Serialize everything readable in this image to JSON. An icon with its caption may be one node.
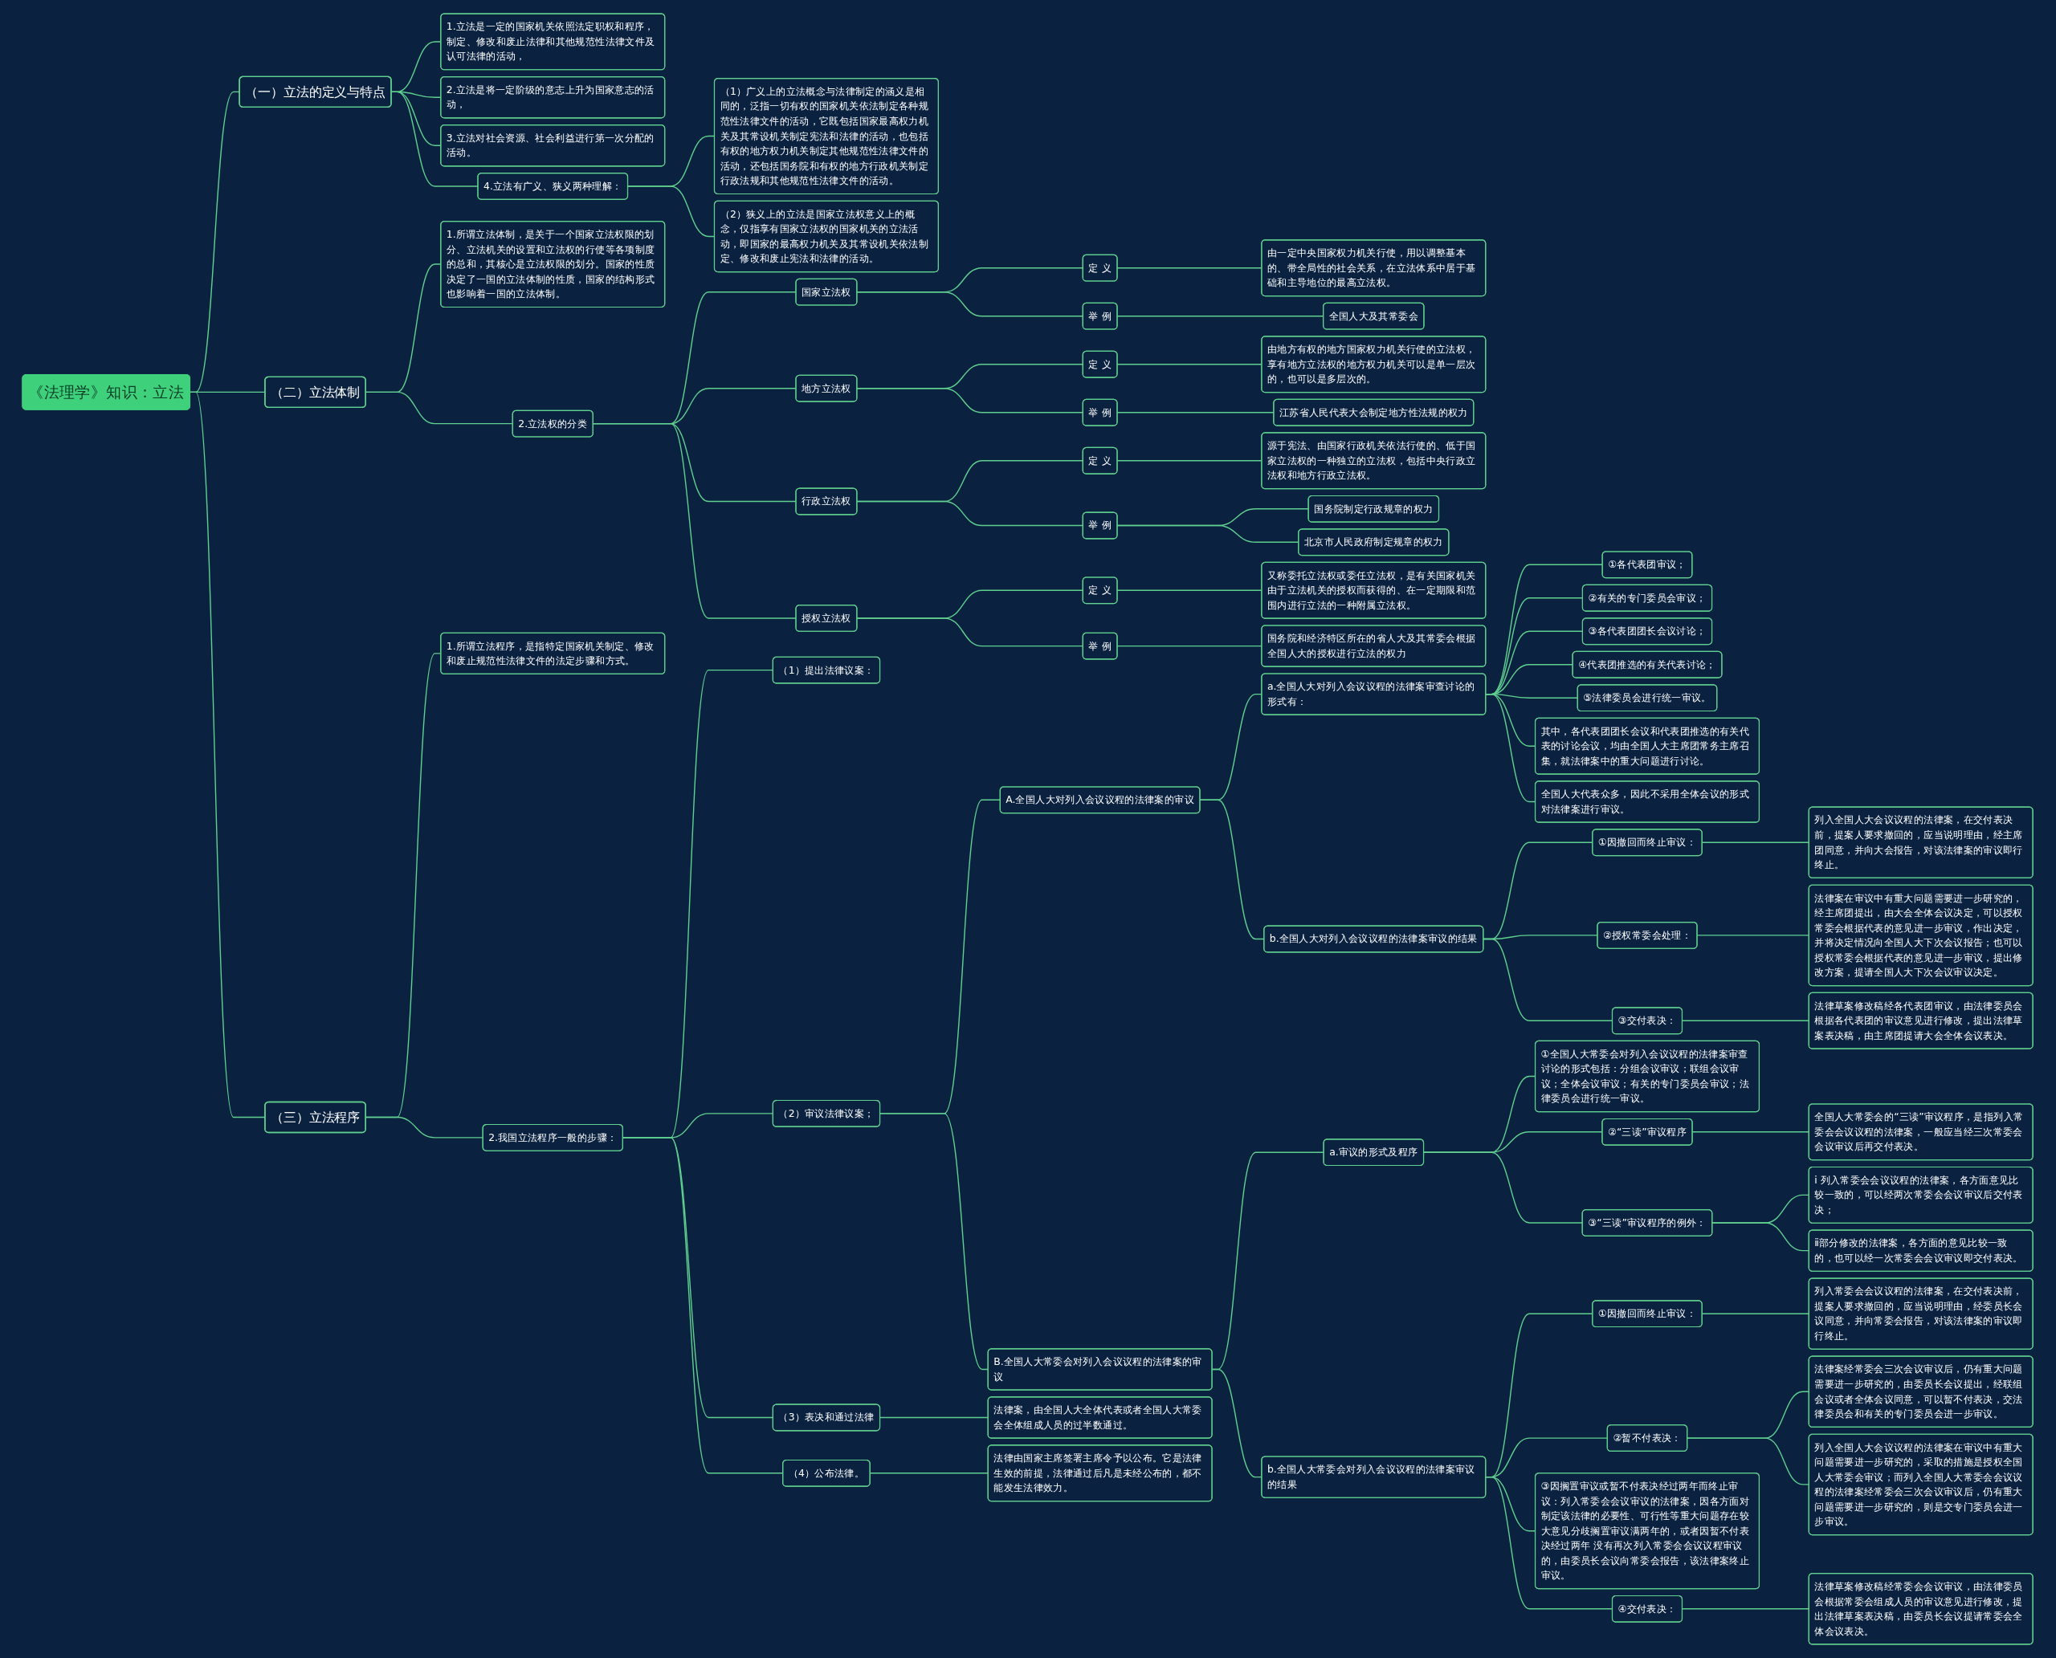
{
  "diagram": {
    "nodes": [
      {
        "text": [
          "《法理学》知识：立法"
        ]
      },
      {
        "text": [
          "（一）立法的定义与特点"
        ]
      },
      {
        "text": [
          "1.立法是一定的国家机关依照法定职权和程序，制定、修改和废止法律和其他规范性法律文件及认可法律的活动，"
        ]
      },
      {
        "text": [
          "2.立法是将一定阶级的意志上升为国家意志的活动，"
        ]
      },
      {
        "text": [
          "3.立法对社会资源、社会利益进行第一次分配的活动。"
        ]
      },
      {
        "text": [
          "4.立法有广义、狭义两种理解："
        ]
      },
      {
        "text": [
          "（1）广义上的立法概念与法律制定的涵义是相同的，泛指一切有权的国家机关依法制定各种规范性法律文件的活动，它既包括国家最高权力机关及其常设机关制定宪法和法律的活动，也包括有权的地方权力机关制定其他规范性法律文件的活动，还包括国务院和有权的地方行政机关制定行政法规和其他规范性法律文件的活动。"
        ]
      },
      {
        "text": [
          "（2）狭义上的立法是国家立法权意义上的概念，仅指享有国家立法权的国家机关的立法活动，即国家的最高权力机关及其常设机关依法制定、修改和废止宪法和法律的活动。"
        ]
      },
      {
        "text": [
          "（二）立法体制"
        ]
      },
      {
        "text": [
          "1.所谓立法体制，是关于一个国家立法权限的划分、立法机关的设置和立法权的行使等各项制度的总和，其核心是立法权限的划分。国家的性质决定了一国的立法体制的性质，国家的结构形式也影响着一国的立法体制。"
        ]
      },
      {
        "text": [
          "2.立法权的分类"
        ]
      },
      {
        "text": [
          "国家立法权"
        ]
      },
      {
        "text": [
          "定 义"
        ]
      },
      {
        "text": [
          "由一定中央国家权力机关行使，用以调整基本的、带全局性的社会关系，在立法体系中居于基础和主导地位的最高立法权。"
        ]
      },
      {
        "text": [
          "举 例"
        ]
      },
      {
        "text": [
          "全国人大及其常委会"
        ]
      },
      {
        "text": [
          "地方立法权"
        ]
      },
      {
        "text": [
          "定 义"
        ]
      },
      {
        "text": [
          "由地方有权的地方国家权力机关行使的立法权，享有地方立法权的地方权力机关可以是单一层次的，也可以是多层次的。"
        ]
      },
      {
        "text": [
          "举 例"
        ]
      },
      {
        "text": [
          "江苏省人民代表大会制定地方性法规的权力"
        ]
      },
      {
        "text": [
          "行政立法权"
        ]
      },
      {
        "text": [
          "定 义"
        ]
      },
      {
        "text": [
          "源于宪法、由国家行政机关依法行使的、低于国家立法权的一种独立的立法权，包括中央行政立法权和地方行政立法权。"
        ]
      },
      {
        "text": [
          "举 例"
        ]
      },
      {
        "text": [
          "国务院制定行政规章的权力"
        ]
      },
      {
        "text": [
          "北京市人民政府制定规章的权力"
        ]
      },
      {
        "text": [
          "授权立法权"
        ]
      },
      {
        "text": [
          "定 义"
        ]
      },
      {
        "text": [
          "又称委托立法权或委任立法权，是有关国家机关由于立法机关的授权而获得的、在一定期限和范围内进行立法的一种附属立法权。"
        ]
      },
      {
        "text": [
          "举 例"
        ]
      },
      {
        "text": [
          "国务院和经济特区所在的省人大及其常委会根据全国人大的授权进行立法的权力"
        ]
      },
      {
        "text": [
          "（三）立法程序"
        ]
      },
      {
        "text": [
          "1.所谓立法程序，是指特定国家机关制定、修改和废止规范性法律文件的法定步骤和方式。"
        ]
      },
      {
        "text": [
          "2.我国立法程序一般的步骤："
        ]
      },
      {
        "text": [
          "（1）提出法律议案："
        ]
      },
      {
        "text": [
          "（2）审议法律议案；"
        ]
      },
      {
        "text": [
          "A.全国人大对列入会议议程的法律案的审议"
        ]
      },
      {
        "text": [
          "a.全国人大对列入会议议程的法律案审查讨论的形式有："
        ]
      },
      {
        "text": [
          "①各代表团审议；"
        ]
      },
      {
        "text": [
          "②有关的专门委员会审议；"
        ]
      },
      {
        "text": [
          "③各代表团团长会议讨论；"
        ]
      },
      {
        "text": [
          "④代表团推选的有关代表讨论；"
        ]
      },
      {
        "text": [
          "⑤法律委员会进行统一审议。"
        ]
      },
      {
        "text": [
          "其中，各代表团团长会议和代表团推选的有关代表的讨论会议，均由全国人大主席团常务主席召集，就法律案中的重大问题进行讨论。"
        ]
      },
      {
        "text": [
          "全国人大代表众多，因此不采用全体会议的形式对法律案进行审议。"
        ]
      },
      {
        "text": [
          "b.全国人大对列入会议议程的法律案审议的结果"
        ]
      },
      {
        "text": [
          "①因撤回而终止审议："
        ]
      },
      {
        "text": [
          "列入全国人大会议议程的法律案，在交付表决前，提案人要求撤回的，应当说明理由，经主席团同意，并向大会报告，对该法律案的审议即行终止。"
        ]
      },
      {
        "text": [
          "②授权常委会处理："
        ]
      },
      {
        "text": [
          "法律案在审议中有重大问题需要进一步研究的，经主席团提出，由大会全体会议决定，可以授权常委会根据代表的意见进一步审议，作出决定，并将决定情况向全国人大下次会议报告；也可以授权常委会根据代表的意见进一步审议，提出修改方案，提请全国人大下次会议审议决定。"
        ]
      },
      {
        "text": [
          "③交付表决："
        ]
      },
      {
        "text": [
          "法律草案修改稿经各代表团审议，由法律委员会根据各代表团的审议意见进行修改，提出法律草案表决稿，由主席团提请大会全体会议表决。"
        ]
      },
      {
        "text": [
          "B.全国人大常委会对列入会议议程的法律案的审议"
        ]
      },
      {
        "text": [
          "a.审议的形式及程序"
        ]
      },
      {
        "text": [
          "①全国人大常委会对列入会议议程的法律案审查讨论的形式包括：分组会议审议；联组会议审议；全体会议审议；有关的专门委员会审议；法律委员会进行统一审议。"
        ]
      },
      {
        "text": [
          "②“三读”审议程序"
        ]
      },
      {
        "text": [
          "全国人大常委会的“三读”审议程序，是指列入常委会会议议程的法律案，一般应当经三次常委会会议审议后再交付表决。"
        ]
      },
      {
        "text": [
          "③“三读”审议程序的例外："
        ]
      },
      {
        "text": [
          "ⅰ 列入常委会会议议程的法律案，各方面意见比较一致的，可以经两次常委会会议审议后交付表决；"
        ]
      },
      {
        "text": [
          "ⅱ部分修改的法律案，各方面的意见比较一致的，也可以经一次常委会会议审议即交付表决。"
        ]
      },
      {
        "text": [
          "b.全国人大常委会对列入会议议程的法律案审议的结果"
        ]
      },
      {
        "text": [
          "①因撤回而终止审议："
        ]
      },
      {
        "text": [
          "列入常委会会议议程的法律案，在交付表决前，提案人要求撤回的，应当说明理由，经委员长会议同意，并向常委会报告，对该法律案的审议即行终止。"
        ]
      },
      {
        "text": [
          "②暂不付表决："
        ]
      },
      {
        "text": [
          "法律案经常委会三次会议审议后，仍有重大问题需要进一步研究的，由委员长会议提出，经联组会议或者全体会议同意，可以暂不付表决，交法律委员会和有关的专门委员会进一步审议。"
        ]
      },
      {
        "text": [
          "列入全国人大会议议程的法律案在审议中有重大问题需要进一步研究的，采取的措施是授权全国人大常委会审议；而列入全国人大常委会会议议程的法律案经常委会三次会议审议后，仍有重大问题需要进一步研究的，则是交专门委员会进一步审议。"
        ]
      },
      {
        "text": [
          "③因搁置审议或暂不付表决经过两年而终止审议：列入常委会会议审议的法律案，因各方面对制定该法律的必要性、可行性等重大问题存在较大意见分歧搁置审议满两年的，或者因暂不付表决经过两年 没有再次列入常委会会议议程审议的，由委员长会议向常委会报告，该法律案终止审议。"
        ]
      },
      {
        "text": [
          "④交付表决："
        ]
      },
      {
        "text": [
          "法律草案修改稿经常委会会议审议，由法律委员会根据常委会组成人员的审议意见进行修改，提出法律草案表决稿，由委员长会议提请常委会全体会议表决。"
        ]
      },
      {
        "text": [
          "（3）表决和通过法律"
        ]
      },
      {
        "text": [
          "法律案，由全国人大全体代表或者全国人大常委会全体组成人员的过半数通过。"
        ]
      },
      {
        "text": [
          "（4）公布法律。"
        ]
      },
      {
        "text": [
          "法律由国家主席签署主席令予以公布。它是法律生效的前提，法律通过后凡是未经公布的，都不能发生法律效力。"
        ]
      }
    ],
    "edges": [
      {
        "from": 0,
        "to": 1,
        "arrow": "none"
      },
      {
        "from": 1,
        "to": 2,
        "arrow": "none"
      },
      {
        "from": 1,
        "to": 3,
        "arrow": "none"
      },
      {
        "from": 1,
        "to": 4,
        "arrow": "none"
      },
      {
        "from": 1,
        "to": 5,
        "arrow": "none"
      },
      {
        "from": 5,
        "to": 6,
        "arrow": "none"
      },
      {
        "from": 5,
        "to": 7,
        "arrow": "none"
      },
      {
        "from": 0,
        "to": 8,
        "arrow": "none"
      },
      {
        "from": 8,
        "to": 9,
        "arrow": "none"
      },
      {
        "from": 8,
        "to": 10,
        "arrow": "none"
      },
      {
        "from": 10,
        "to": 11,
        "arrow": "none"
      },
      {
        "from": 11,
        "to": 12,
        "arrow": "none"
      },
      {
        "from": 12,
        "to": 13,
        "arrow": "none"
      },
      {
        "from": 11,
        "to": 14,
        "arrow": "none"
      },
      {
        "from": 14,
        "to": 15,
        "arrow": "none"
      },
      {
        "from": 10,
        "to": 16,
        "arrow": "none"
      },
      {
        "from": 16,
        "to": 17,
        "arrow": "none"
      },
      {
        "from": 17,
        "to": 18,
        "arrow": "none"
      },
      {
        "from": 16,
        "to": 19,
        "arrow": "none"
      },
      {
        "from": 19,
        "to": 20,
        "arrow": "none"
      },
      {
        "from": 10,
        "to": 21,
        "arrow": "none"
      },
      {
        "from": 21,
        "to": 22,
        "arrow": "none"
      },
      {
        "from": 22,
        "to": 23,
        "arrow": "none"
      },
      {
        "from": 21,
        "to": 24,
        "arrow": "none"
      },
      {
        "from": 24,
        "to": 25,
        "arrow": "none"
      },
      {
        "from": 24,
        "to": 26,
        "arrow": "none"
      },
      {
        "from": 10,
        "to": 27,
        "arrow": "none"
      },
      {
        "from": 27,
        "to": 28,
        "arrow": "none"
      },
      {
        "from": 28,
        "to": 29,
        "arrow": "none"
      },
      {
        "from": 27,
        "to": 30,
        "arrow": "none"
      },
      {
        "from": 30,
        "to": 31,
        "arrow": "none"
      },
      {
        "from": 0,
        "to": 32,
        "arrow": "none"
      },
      {
        "from": 32,
        "to": 33,
        "arrow": "none"
      },
      {
        "from": 32,
        "to": 34,
        "arrow": "none"
      },
      {
        "from": 34,
        "to": 35,
        "arrow": "none"
      },
      {
        "from": 34,
        "to": 36,
        "arrow": "none"
      },
      {
        "from": 36,
        "to": 37,
        "arrow": "none"
      },
      {
        "from": 37,
        "to": 38,
        "arrow": "none"
      },
      {
        "from": 38,
        "to": 39,
        "arrow": "none"
      },
      {
        "from": 38,
        "to": 40,
        "arrow": "none"
      },
      {
        "from": 38,
        "to": 41,
        "arrow": "none"
      },
      {
        "from": 38,
        "to": 42,
        "arrow": "none"
      },
      {
        "from": 38,
        "to": 43,
        "arrow": "none"
      },
      {
        "from": 38,
        "to": 44,
        "arrow": "none"
      },
      {
        "from": 38,
        "to": 45,
        "arrow": "none"
      },
      {
        "from": 37,
        "to": 46,
        "arrow": "none"
      },
      {
        "from": 46,
        "to": 47,
        "arrow": "none"
      },
      {
        "from": 47,
        "to": 48,
        "arrow": "none"
      },
      {
        "from": 46,
        "to": 49,
        "arrow": "none"
      },
      {
        "from": 49,
        "to": 50,
        "arrow": "none"
      },
      {
        "from": 46,
        "to": 51,
        "arrow": "none"
      },
      {
        "from": 51,
        "to": 52,
        "arrow": "none"
      },
      {
        "from": 36,
        "to": 53,
        "arrow": "none"
      },
      {
        "from": 53,
        "to": 54,
        "arrow": "none"
      },
      {
        "from": 54,
        "to": 55,
        "arrow": "none"
      },
      {
        "from": 54,
        "to": 56,
        "arrow": "none"
      },
      {
        "from": 56,
        "to": 57,
        "arrow": "none"
      },
      {
        "from": 54,
        "to": 58,
        "arrow": "none"
      },
      {
        "from": 58,
        "to": 59,
        "arrow": "none"
      },
      {
        "from": 58,
        "to": 60,
        "arrow": "none"
      },
      {
        "from": 53,
        "to": 61,
        "arrow": "none"
      },
      {
        "from": 61,
        "to": 62,
        "arrow": "none"
      },
      {
        "from": 62,
        "to": 63,
        "arrow": "none"
      },
      {
        "from": 61,
        "to": 64,
        "arrow": "none"
      },
      {
        "from": 64,
        "to": 65,
        "arrow": "none"
      },
      {
        "from": 64,
        "to": 66,
        "arrow": "none"
      },
      {
        "from": 61,
        "to": 67,
        "arrow": "none"
      },
      {
        "from": 61,
        "to": 68,
        "arrow": "none"
      },
      {
        "from": 68,
        "to": 69,
        "arrow": "none"
      },
      {
        "from": 34,
        "to": 70,
        "arrow": "none"
      },
      {
        "from": 70,
        "to": 71,
        "arrow": "none"
      },
      {
        "from": 34,
        "to": 72,
        "arrow": "none"
      },
      {
        "from": 72,
        "to": 73,
        "arrow": "none"
      }
    ]
  }
}
